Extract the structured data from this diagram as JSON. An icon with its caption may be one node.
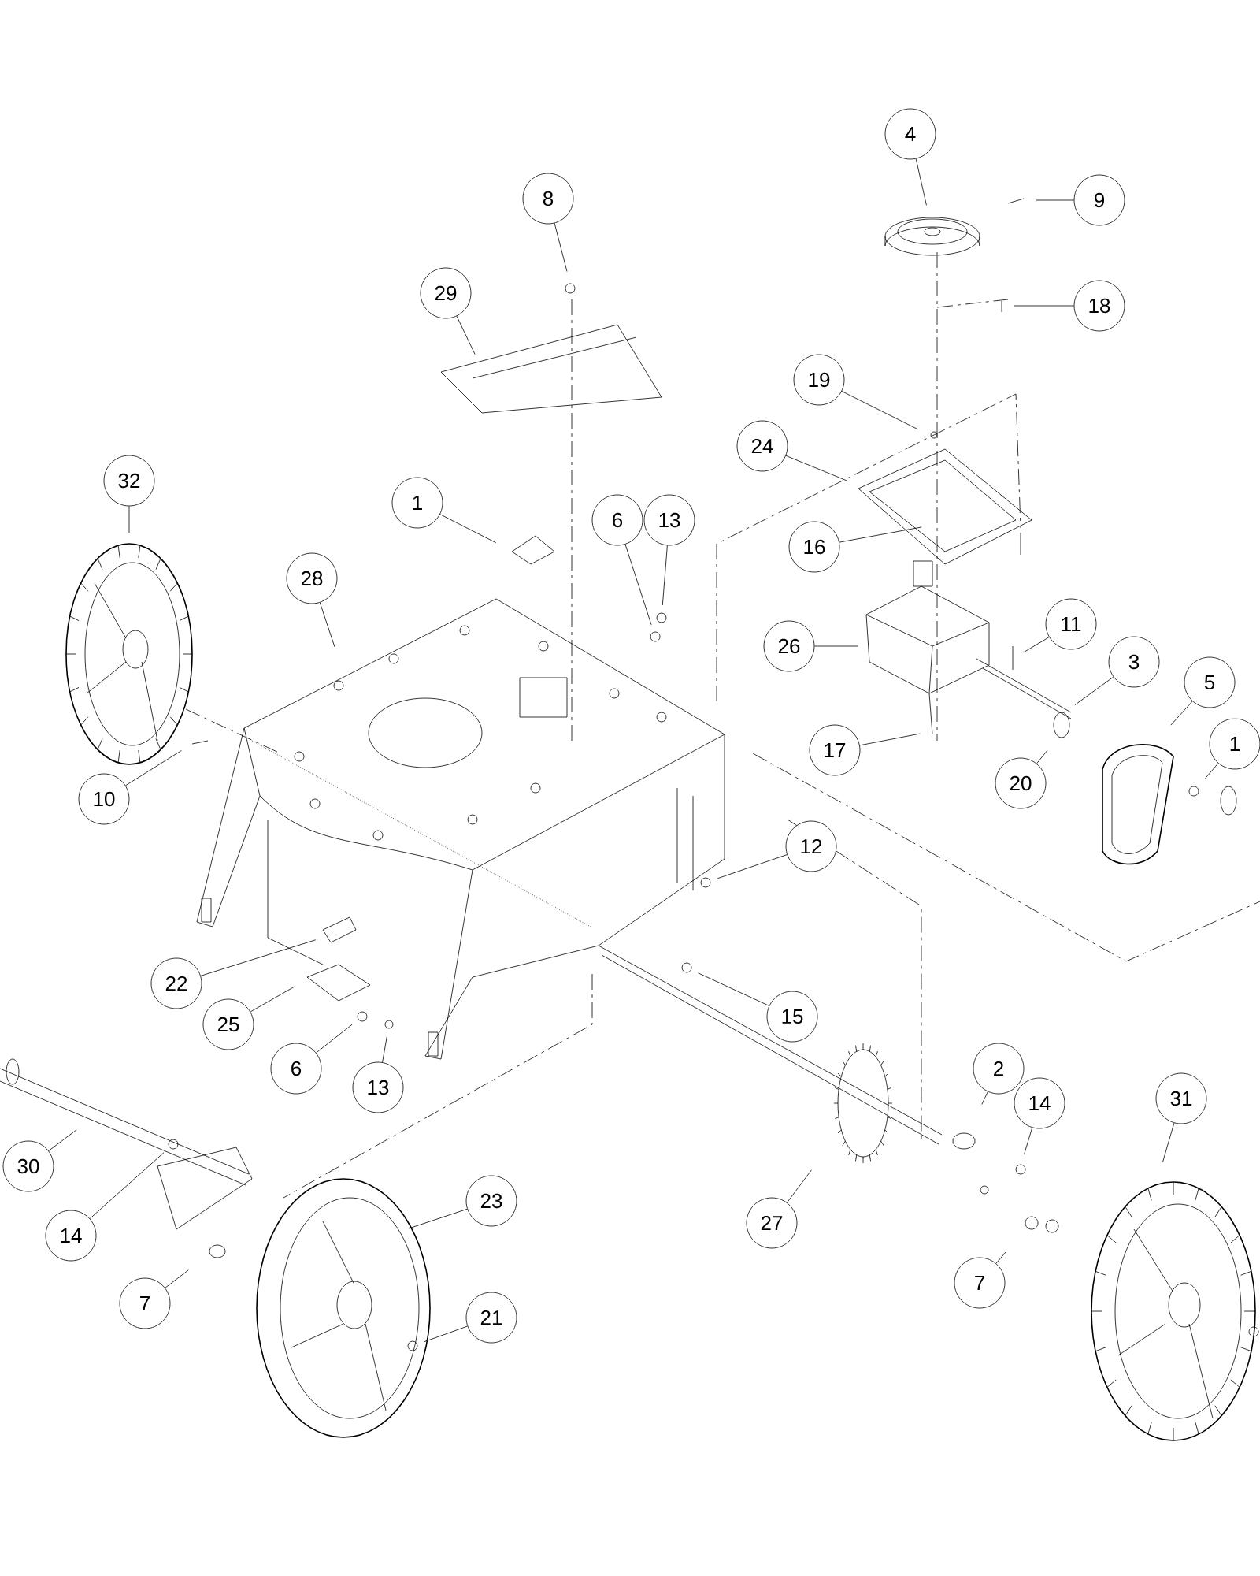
{
  "diagram": {
    "nodes": [
      {
        "text": [
          "4"
        ]
      },
      {
        "text": [
          "9"
        ]
      },
      {
        "text": [
          "8"
        ]
      },
      {
        "text": [
          "29"
        ]
      },
      {
        "text": [
          "18"
        ]
      },
      {
        "text": [
          "19"
        ]
      },
      {
        "text": [
          "24"
        ]
      },
      {
        "text": [
          "32"
        ]
      },
      {
        "text": [
          "1"
        ]
      },
      {
        "text": [
          "6"
        ]
      },
      {
        "text": [
          "13"
        ]
      },
      {
        "text": [
          "16"
        ]
      },
      {
        "text": [
          "28"
        ]
      },
      {
        "text": [
          "11"
        ]
      },
      {
        "text": [
          "26"
        ]
      },
      {
        "text": [
          "3"
        ]
      },
      {
        "text": [
          "5"
        ]
      },
      {
        "text": [
          "1"
        ]
      },
      {
        "text": [
          "17"
        ]
      },
      {
        "text": [
          "20"
        ]
      },
      {
        "text": [
          "10"
        ]
      },
      {
        "text": [
          "12"
        ]
      },
      {
        "text": [
          "22"
        ]
      },
      {
        "text": [
          "15"
        ]
      },
      {
        "text": [
          "25"
        ]
      },
      {
        "text": [
          "6"
        ]
      },
      {
        "text": [
          "13"
        ]
      },
      {
        "text": [
          "2"
        ]
      },
      {
        "text": [
          "14"
        ]
      },
      {
        "text": [
          "31"
        ]
      },
      {
        "text": [
          "30"
        ]
      },
      {
        "text": [
          "23"
        ]
      },
      {
        "text": [
          "14"
        ]
      },
      {
        "text": [
          "27"
        ]
      },
      {
        "text": [
          "7"
        ]
      },
      {
        "text": [
          "7"
        ]
      },
      {
        "text": [
          "21"
        ]
      }
    ],
    "edges": [
      {
        "from": 0,
        "to": null,
        "arrow": "none"
      },
      {
        "from": 1,
        "to": null,
        "arrow": "none"
      },
      {
        "from": 2,
        "to": null,
        "arrow": "none"
      },
      {
        "from": 3,
        "to": null,
        "arrow": "none"
      },
      {
        "from": 4,
        "to": null,
        "arrow": "none"
      },
      {
        "from": 5,
        "to": null,
        "arrow": "none"
      },
      {
        "from": 6,
        "to": null,
        "arrow": "none"
      },
      {
        "from": 7,
        "to": null,
        "arrow": "none"
      },
      {
        "from": 8,
        "to": null,
        "arrow": "none"
      },
      {
        "from": 9,
        "to": null,
        "arrow": "none"
      },
      {
        "from": 10,
        "to": null,
        "arrow": "none"
      },
      {
        "from": 11,
        "to": null,
        "arrow": "none"
      },
      {
        "from": 12,
        "to": null,
        "arrow": "none"
      },
      {
        "from": 13,
        "to": null,
        "arrow": "none"
      },
      {
        "from": 14,
        "to": null,
        "arrow": "none"
      },
      {
        "from": 15,
        "to": null,
        "arrow": "none"
      },
      {
        "from": 16,
        "to": null,
        "arrow": "none"
      },
      {
        "from": 17,
        "to": null,
        "arrow": "none"
      },
      {
        "from": 18,
        "to": null,
        "arrow": "none"
      },
      {
        "from": 19,
        "to": null,
        "arrow": "none"
      },
      {
        "from": 20,
        "to": null,
        "arrow": "none"
      },
      {
        "from": 21,
        "to": null,
        "arrow": "none"
      },
      {
        "from": 22,
        "to": null,
        "arrow": "none"
      },
      {
        "from": 23,
        "to": null,
        "arrow": "none"
      },
      {
        "from": 24,
        "to": null,
        "arrow": "none"
      },
      {
        "from": 25,
        "to": null,
        "arrow": "none"
      },
      {
        "from": 26,
        "to": null,
        "arrow": "none"
      },
      {
        "from": 27,
        "to": null,
        "arrow": "none"
      },
      {
        "from": 28,
        "to": null,
        "arrow": "none"
      },
      {
        "from": 29,
        "to": null,
        "arrow": "none"
      },
      {
        "from": 30,
        "to": null,
        "arrow": "none"
      },
      {
        "from": 31,
        "to": null,
        "arrow": "none"
      },
      {
        "from": 32,
        "to": null,
        "arrow": "none"
      },
      {
        "from": 33,
        "to": null,
        "arrow": "none"
      },
      {
        "from": 34,
        "to": null,
        "arrow": "none"
      },
      {
        "from": 35,
        "to": null,
        "arrow": "none"
      },
      {
        "from": 36,
        "to": null,
        "arrow": "none"
      }
    ]
  }
}
